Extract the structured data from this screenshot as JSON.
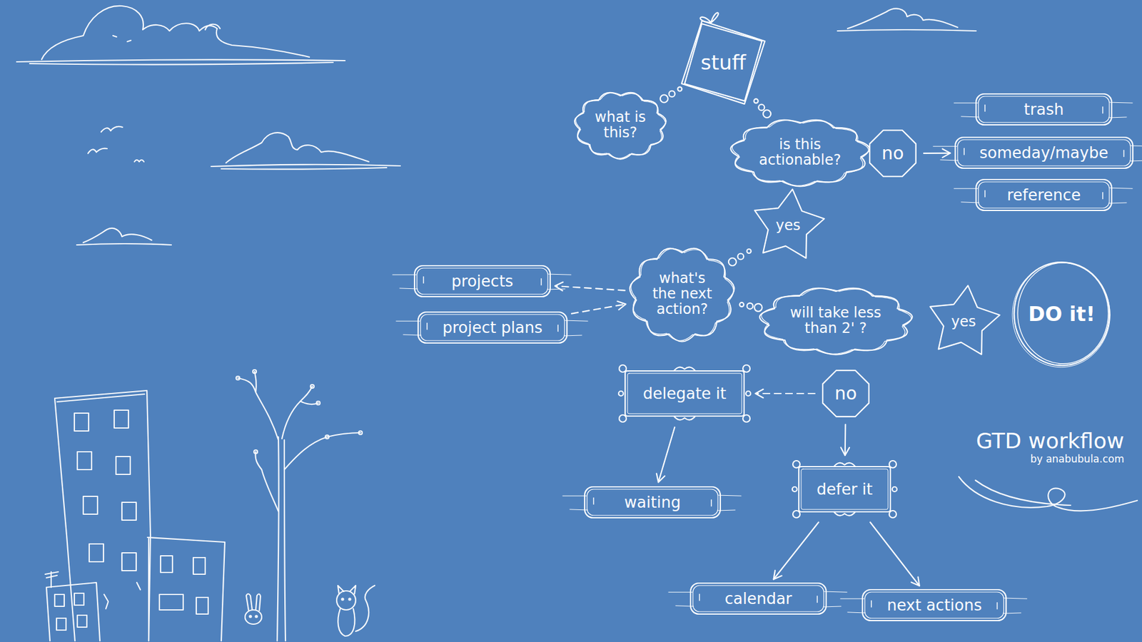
{
  "diagram": {
    "title": "GTD workflow",
    "caption": "by anabubula.com",
    "nodes": [
      {
        "text": [
          "stuff"
        ]
      },
      {
        "text": [
          "what is this?"
        ]
      },
      {
        "text": [
          "is this actionable?"
        ]
      },
      {
        "text": [
          "no"
        ]
      },
      {
        "text": [
          "trash"
        ]
      },
      {
        "text": [
          "someday/maybe"
        ]
      },
      {
        "text": [
          "reference"
        ]
      },
      {
        "text": [
          "yes"
        ]
      },
      {
        "text": [
          "projects"
        ]
      },
      {
        "text": [
          "what's the next action?"
        ]
      },
      {
        "text": [
          "project plans"
        ]
      },
      {
        "text": [
          "will take less than 2' ?"
        ]
      },
      {
        "text": [
          "yes"
        ]
      },
      {
        "text": [
          "DO it!"
        ]
      },
      {
        "text": [
          "delegate it"
        ]
      },
      {
        "text": [
          "no"
        ]
      },
      {
        "text": [
          "waiting"
        ]
      },
      {
        "text": [
          "defer it"
        ]
      },
      {
        "text": [
          "calendar"
        ]
      },
      {
        "text": [
          "next actions"
        ]
      }
    ],
    "edges": [
      {
        "from": 0,
        "to": 1,
        "arrow": "none"
      },
      {
        "from": 0,
        "to": 2,
        "arrow": "none"
      },
      {
        "from": 3,
        "to": 5,
        "arrow": "to"
      },
      {
        "from": 7,
        "to": 9,
        "arrow": "none"
      },
      {
        "from": 9,
        "to": 11,
        "arrow": "none"
      },
      {
        "from": 9,
        "to": 8,
        "arrow": "to"
      },
      {
        "from": 10,
        "to": 9,
        "arrow": "to"
      },
      {
        "from": 15,
        "to": 14,
        "arrow": "to"
      },
      {
        "from": 15,
        "to": 17,
        "arrow": "to"
      },
      {
        "from": 14,
        "to": 16,
        "arrow": "to"
      },
      {
        "from": 17,
        "to": 18,
        "arrow": "to"
      },
      {
        "from": 17,
        "to": 19,
        "arrow": "to"
      }
    ]
  }
}
